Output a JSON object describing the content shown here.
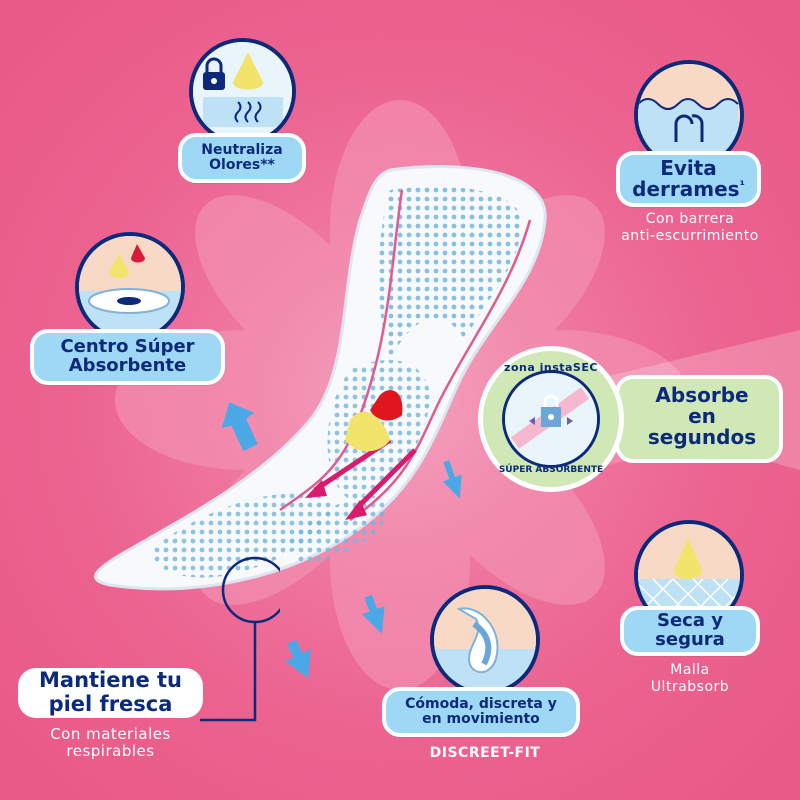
{
  "colors": {
    "background": "#ec6390",
    "navy": "#0d2a7a",
    "pill_blue": "#9ed8f5",
    "pill_green": "#cfe8b6",
    "arrow_magenta": "#d81b6d",
    "arrow_blue": "#3aa0e0"
  },
  "features": {
    "odor": {
      "icon": "lock-drop-icon",
      "line1": "Neutraliza",
      "line2": "Olores**"
    },
    "spill": {
      "icon": "wave-barrier-icon",
      "line1": "Evita",
      "line2": "derrames",
      "sup": "¹",
      "sub1": "Con barrera",
      "sub2": "anti-escurrimiento"
    },
    "center": {
      "icon": "drops-pad-icon",
      "line1": "Centro Súper",
      "line2": "Absorbente"
    },
    "instasec": {
      "badge_top": "zona instaSEC",
      "badge_bottom": "SÚPER ABSORBENTE",
      "line1": "Absorbe",
      "line2": "en",
      "line3": "segundos"
    },
    "dry": {
      "icon": "mesh-drop-icon",
      "line1": "Seca y",
      "line2": "segura",
      "sub1": "Malla",
      "sub2": "Ultrabsorb"
    },
    "comfort": {
      "icon": "pad-fold-icon",
      "line1": "Cómoda, discreta y",
      "line2": "en movimiento",
      "sub": "DISCREET-FIT"
    },
    "fresh": {
      "line1": "Mantiene tu",
      "line2": "piel fresca",
      "sub1": "Con materiales",
      "sub2": "respirables"
    }
  }
}
